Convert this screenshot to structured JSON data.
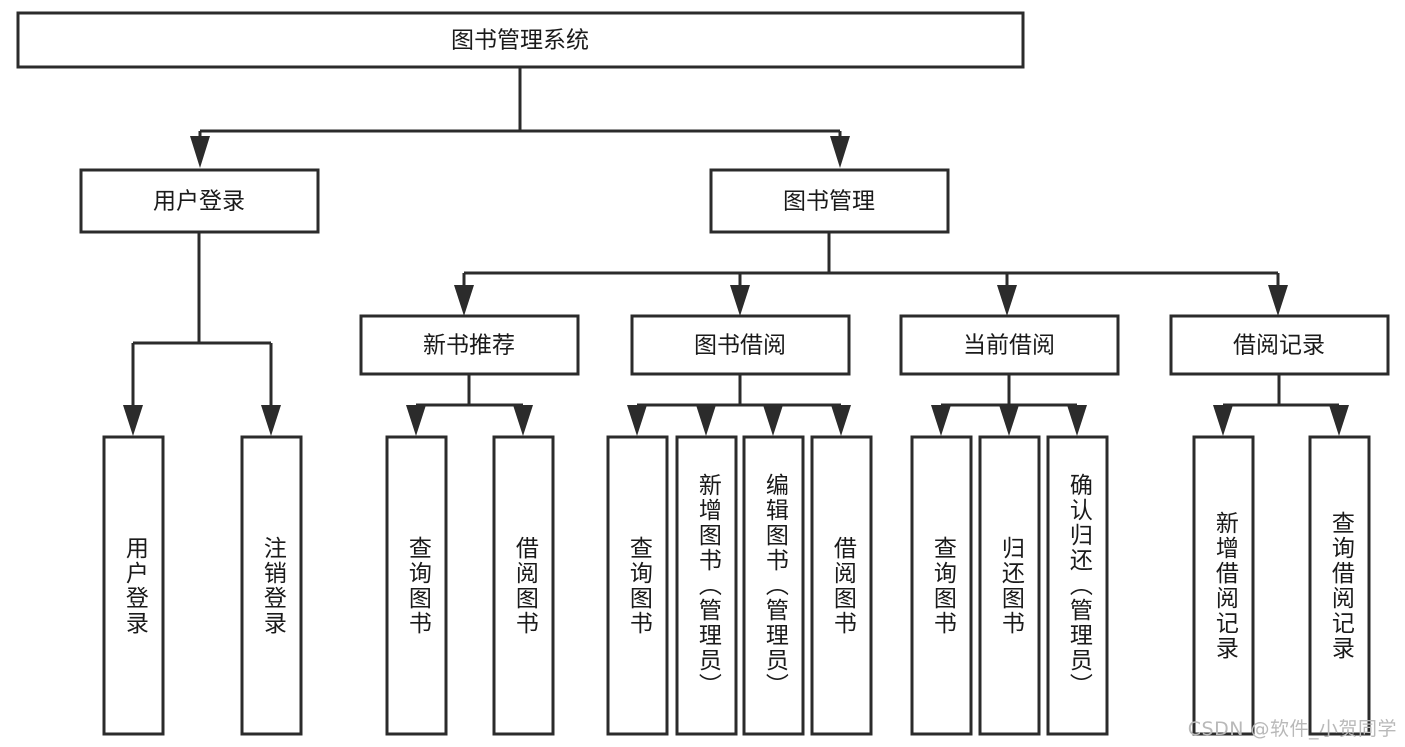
{
  "diagram": {
    "type": "tree-hierarchy-flowchart",
    "title_node": {
      "label": "图书管理系统"
    },
    "level2": [
      {
        "id": "user-login",
        "label": "用户登录"
      },
      {
        "id": "book-management",
        "label": "图书管理"
      }
    ],
    "level3": [
      {
        "id": "new-book-recommend",
        "label": "新书推荐"
      },
      {
        "id": "book-borrow",
        "label": "图书借阅"
      },
      {
        "id": "current-borrow",
        "label": "当前借阅"
      },
      {
        "id": "borrow-record",
        "label": "借阅记录"
      }
    ],
    "leaves": [
      {
        "id": "leaf-user-login",
        "label": "用户登录",
        "parent": "user-login"
      },
      {
        "id": "leaf-logout-login",
        "label": "注销登录",
        "parent": "user-login"
      },
      {
        "id": "leaf-query-books-1",
        "label": "查询图书",
        "parent": "new-book-recommend"
      },
      {
        "id": "leaf-borrow-books-1",
        "label": "借阅图书",
        "parent": "new-book-recommend"
      },
      {
        "id": "leaf-query-books-2",
        "label": "查询图书",
        "parent": "book-borrow"
      },
      {
        "id": "leaf-add-book",
        "label": "新增图书（管理员）",
        "parent": "book-borrow"
      },
      {
        "id": "leaf-edit-book",
        "label": "编辑图书（管理员）",
        "parent": "book-borrow"
      },
      {
        "id": "leaf-borrow-books-2",
        "label": "借阅图书",
        "parent": "book-borrow"
      },
      {
        "id": "leaf-query-books-3",
        "label": "查询图书",
        "parent": "current-borrow"
      },
      {
        "id": "leaf-return-book",
        "label": "归还图书",
        "parent": "current-borrow"
      },
      {
        "id": "leaf-confirm-return",
        "label": "确认归还（管理员）",
        "parent": "current-borrow"
      },
      {
        "id": "leaf-add-record",
        "label": "新增借阅记录",
        "parent": "borrow-record"
      },
      {
        "id": "leaf-query-record",
        "label": "查询借阅记录",
        "parent": "borrow-record"
      }
    ],
    "colors": {
      "box_stroke": "#2b2b2b",
      "box_fill": "#ffffff",
      "text": "#1a1a1a",
      "background": "#ffffff",
      "watermark": "#b9b9b9"
    }
  },
  "watermark": {
    "text": "CSDN @软件_小贺同学"
  }
}
